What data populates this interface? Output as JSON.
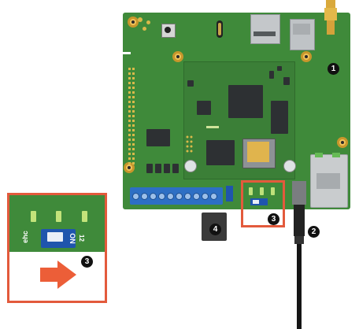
{
  "callouts": {
    "c1": "1",
    "c2": "2",
    "c3_board": "3",
    "c4": "4",
    "c3_inset": "3"
  },
  "dip_switch": {
    "on_label": "ON",
    "brand_label": "ehc",
    "number_label": "12"
  },
  "colors": {
    "board_green": "#3f8a3a",
    "callout_red": "#e35a3c",
    "arrow_orange": "#ec5e38",
    "terminal_blue": "#2d6fc4"
  },
  "icons": {
    "direction_arrow": "arrow-right-icon"
  }
}
